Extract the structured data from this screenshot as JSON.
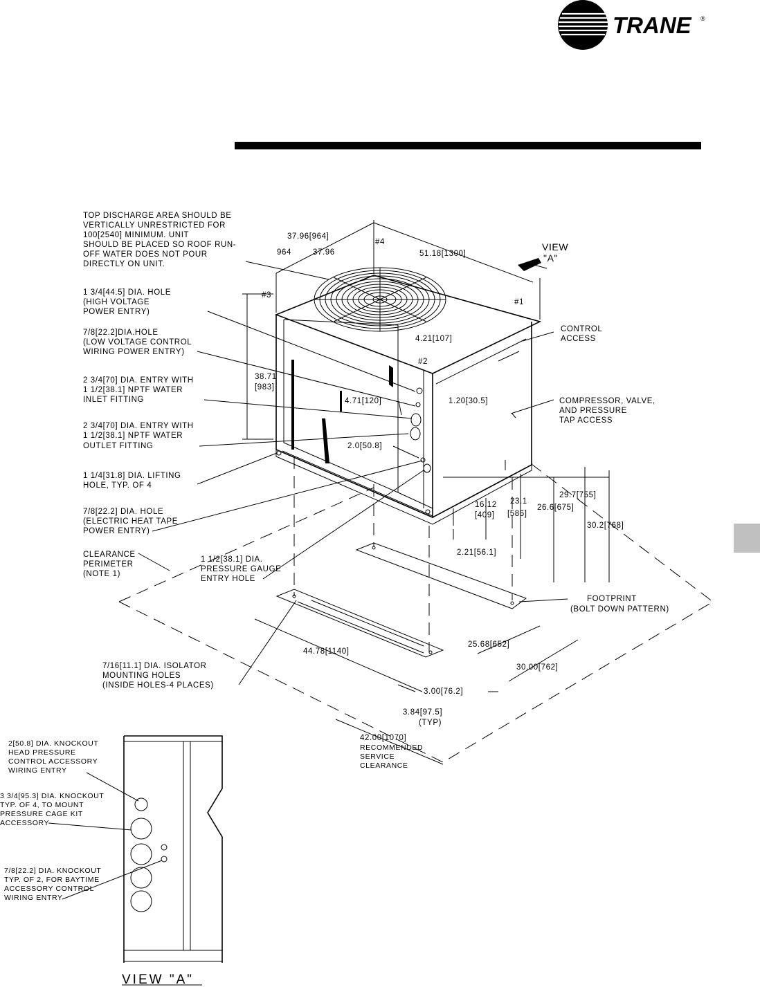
{
  "brand": {
    "name": "TRANE",
    "registered": "®"
  },
  "side_tab_color": "#c0c0c0",
  "main_view": {
    "top_note": [
      "TOP DISCHARGE AREA SHOULD BE",
      "VERTICALLY UNRESTRICTED FOR",
      "100[2540] MINIMUM. UNIT",
      "SHOULD BE PLACED SO ROOF RUN-",
      "OFF WATER DOES NOT POUR",
      "DIRECTLY ON UNIT."
    ],
    "corner_labels": [
      "#4",
      "#3",
      "#1",
      "#2"
    ],
    "view_arrow_label": [
      "VIEW",
      "\"A\""
    ],
    "dimensions": {
      "width_top": "37.96[964]",
      "width_top_alt": "964",
      "width_top_alt2": "37.96",
      "depth_top": "51.18[1300]",
      "height": [
        "38.71",
        "[983]"
      ],
      "d_4_21": "4.21[107]",
      "d_1_20": "1.20[30.5]",
      "d_4_71": "4.71[120]",
      "d_2_0": "2.0[50.8]",
      "d_16_12": [
        "16.12",
        "[409]"
      ],
      "d_23_1": [
        "23.1",
        "[586]"
      ],
      "d_26_6": "26.6[675]",
      "d_29_7": "29.7[755]",
      "d_30_2": "30.2[768]",
      "d_2_21": "2.21[56.1]",
      "d_44_78": "44.78[1140]",
      "d_25_68": "25.68[652]",
      "d_30_00": "30.00[762]",
      "d_3_00": "3.00[76.2]",
      "d_3_84": [
        "3.84[97.5]",
        "(TYP)"
      ],
      "d_42_00": [
        "42.00[1070]",
        "RECOMMENDED",
        "SERVICE",
        "CLEARANCE"
      ]
    },
    "callouts": {
      "hv_hole": [
        "1 3/4[44.5] DIA. HOLE",
        "(HIGH VOLTAGE",
        "POWER ENTRY)"
      ],
      "lv_hole": [
        "7/8[22.2]DIA.HOLE",
        "(LOW VOLTAGE CONTROL",
        "WIRING POWER ENTRY)"
      ],
      "inlet": [
        "2 3/4[70] DIA. ENTRY WITH",
        "1 1/2[38.1] NPTF WATER",
        "INLET FITTING"
      ],
      "outlet": [
        "2 3/4[70] DIA. ENTRY WITH",
        "1 1/2[38.1] NPTF WATER",
        "OUTLET FITTING"
      ],
      "lifting": [
        "1 1/4[31.8] DIA. LIFTING",
        "HOLE, TYP. OF 4"
      ],
      "heat_tape": [
        "7/8[22.2] DIA. HOLE",
        "(ELECTRIC HEAT TAPE",
        "POWER ENTRY)"
      ],
      "clearance": [
        "CLEARANCE",
        "PERIMETER",
        "(NOTE 1)"
      ],
      "gauge": [
        "1 1/2[38.1] DIA.",
        "PRESSURE GAUGE",
        "ENTRY HOLE"
      ],
      "control_access": [
        "CONTROL",
        "ACCESS"
      ],
      "compressor": [
        "COMPRESSOR, VALVE,",
        "AND PRESSURE",
        "TAP ACCESS"
      ],
      "footprint": [
        "FOOTPRINT",
        "(BOLT DOWN PATTERN)"
      ],
      "isolator": [
        "7/16[11.1] DIA. ISOLATOR",
        "MOUNTING HOLES",
        "(INSIDE HOLES-4 PLACES)"
      ]
    }
  },
  "view_a": {
    "title": "VIEW \"A\"",
    "notes": {
      "knockout_2": [
        "2[50.8] DIA. KNOCKOUT",
        "HEAD PRESSURE",
        "CONTROL ACCESSORY",
        "WIRING ENTRY"
      ],
      "knockout_3_75": [
        "3 3/4[95.3] DIA. KNOCKOUT",
        "TYP. OF 4, TO MOUNT",
        "PRESSURE CAGE KIT",
        "ACCESSORY"
      ],
      "knockout_7_8": [
        "7/8[22.2] DIA. KNOCKOUT",
        "TYP. OF 2, FOR BAYTIME",
        "ACCESSORY CONTROL",
        "WIRING ENTRY"
      ]
    }
  }
}
